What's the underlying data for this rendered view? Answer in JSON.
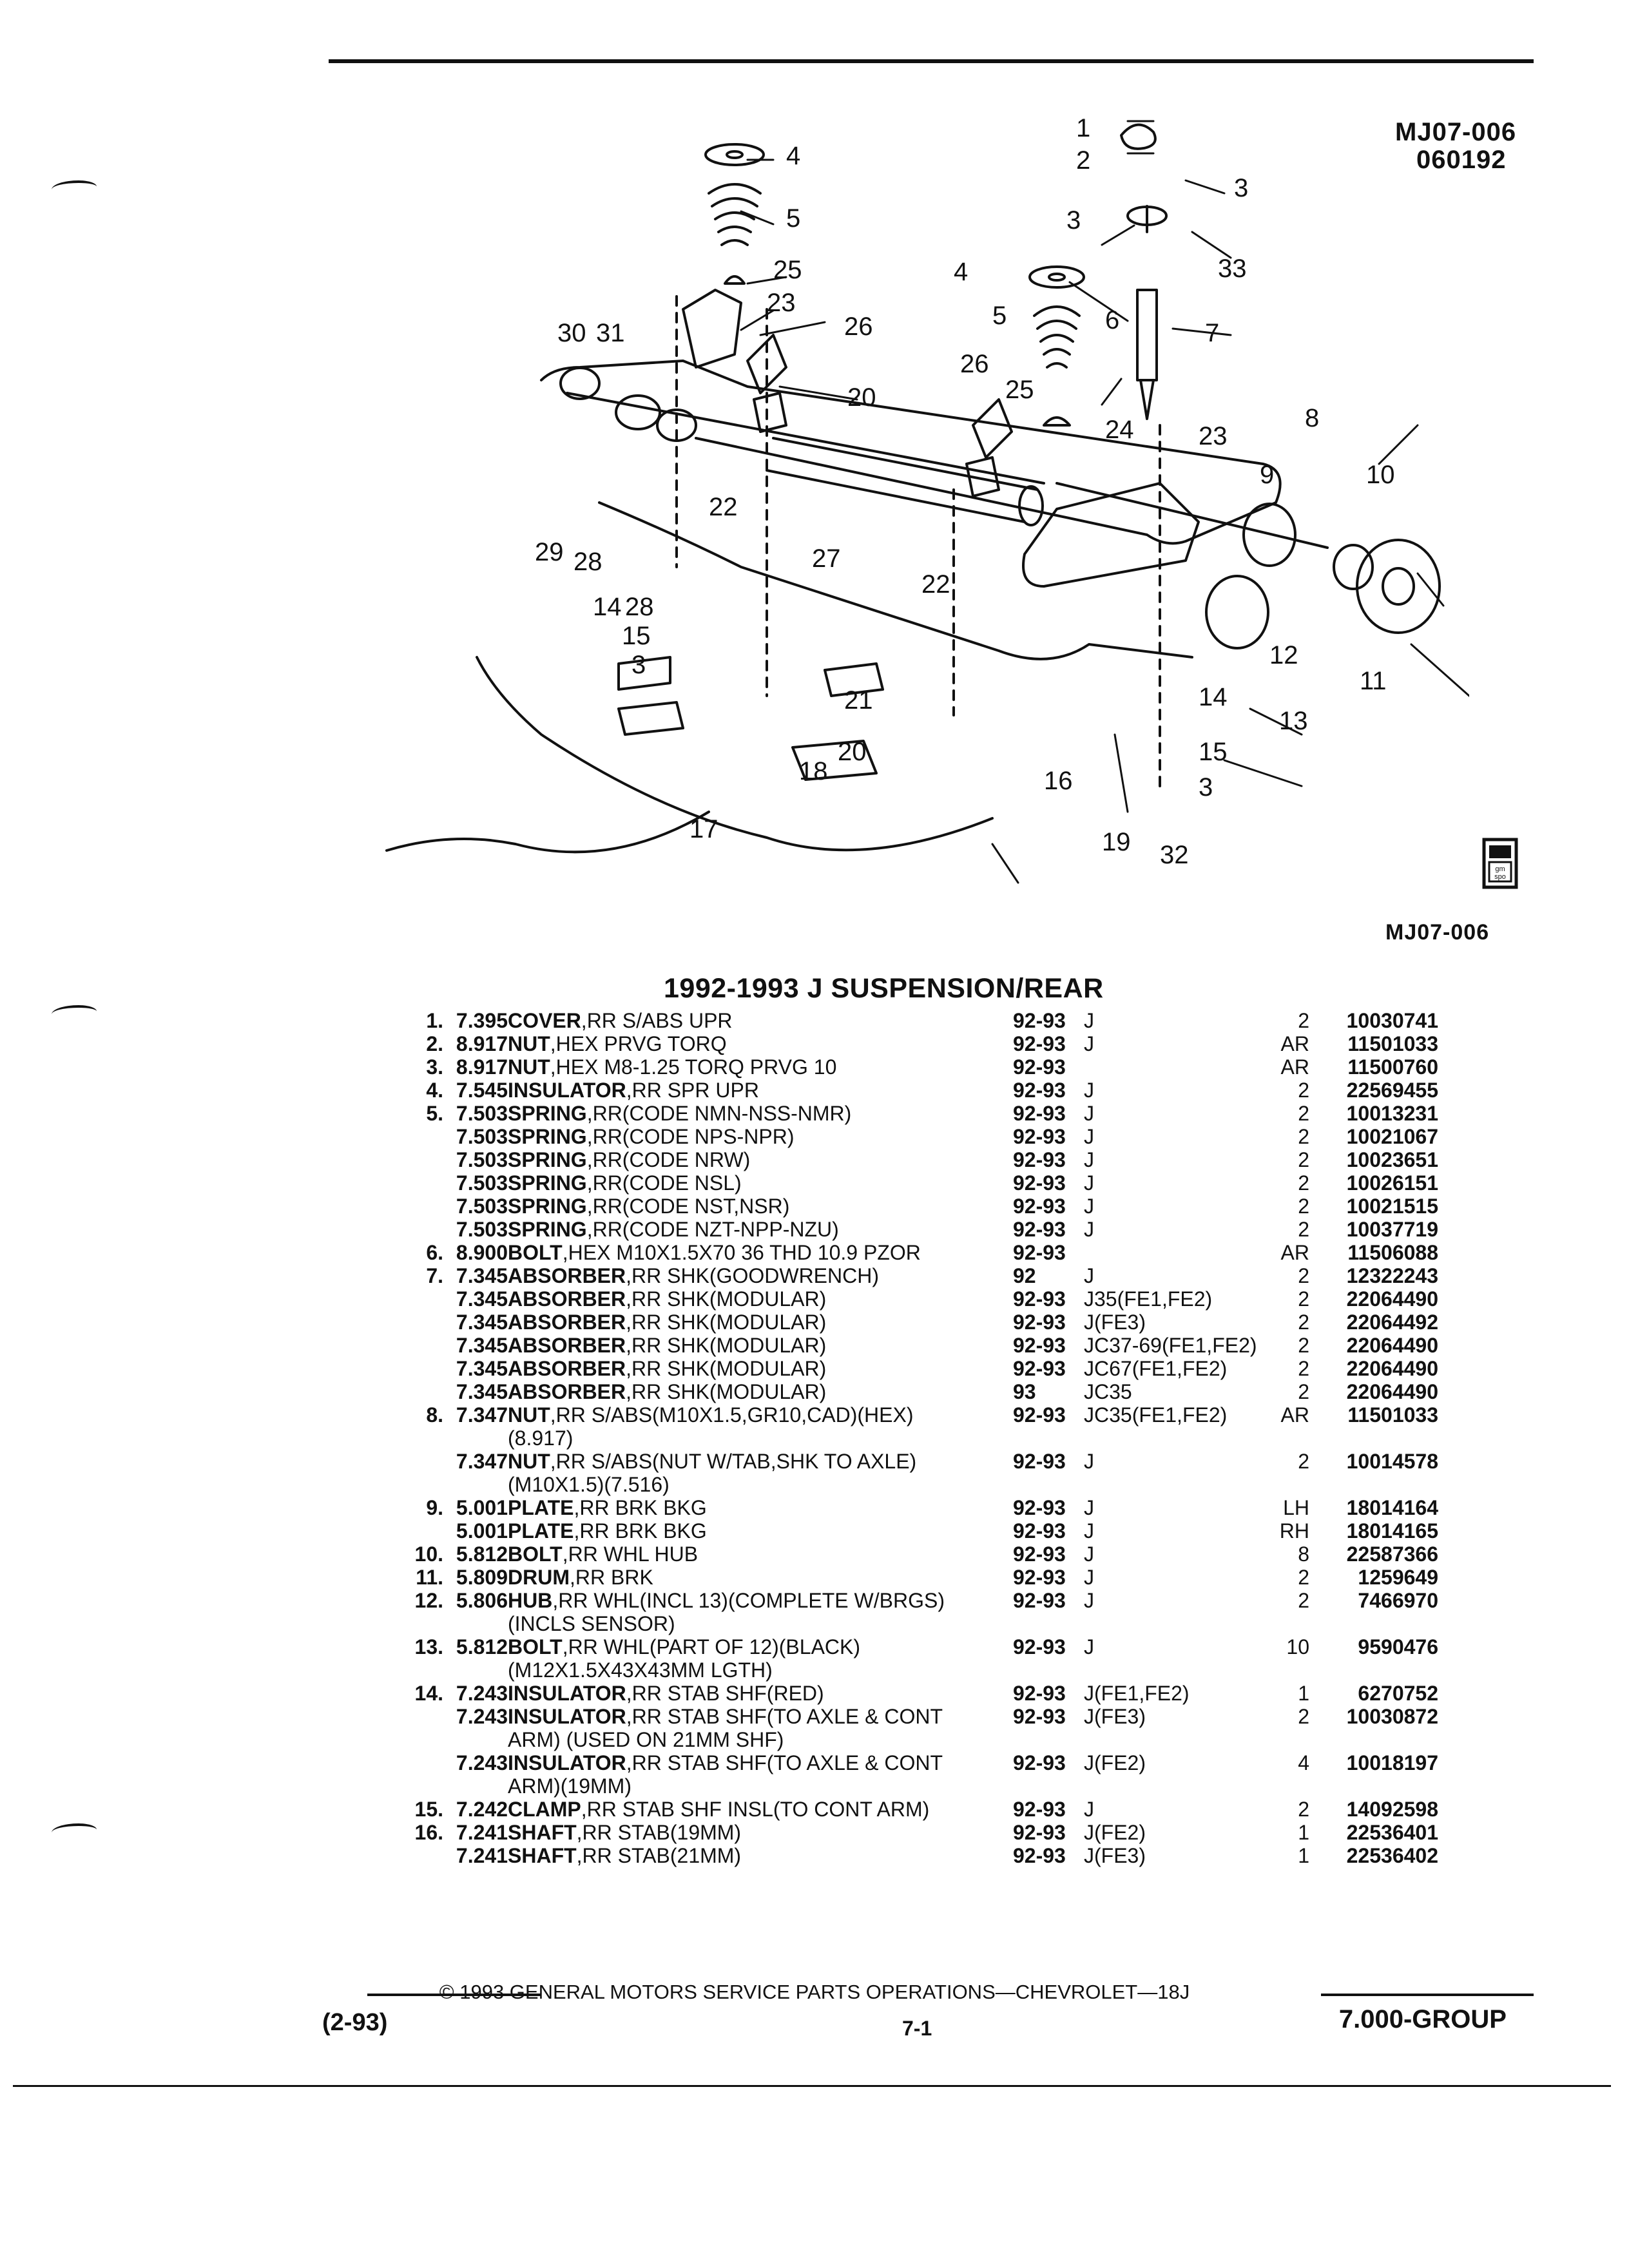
{
  "header": {
    "ref_code": "MJ07-006",
    "ref_date": "060192",
    "caption": "MJ07-006"
  },
  "diagram": {
    "callouts": [
      "1",
      "2",
      "3",
      "4",
      "5",
      "6",
      "7",
      "8",
      "9",
      "10",
      "11",
      "12",
      "13",
      "14",
      "15",
      "16",
      "17",
      "18",
      "19",
      "20",
      "21",
      "22",
      "23",
      "24",
      "25",
      "26",
      "27",
      "28",
      "29",
      "30",
      "31",
      "32",
      "33"
    ]
  },
  "title": "1992-1993 J SUSPENSION/REAR",
  "parts": [
    {
      "item": "1.",
      "group": "7.395",
      "noun": "COVER",
      "desc": ",RR S/ABS UPR",
      "year": "92-93",
      "model": "J",
      "qty": "2",
      "part": "10030741"
    },
    {
      "item": "2.",
      "group": "8.917",
      "noun": "NUT",
      "desc": ",HEX PRVG TORQ",
      "year": "92-93",
      "model": "J",
      "qty": "AR",
      "part": "11501033"
    },
    {
      "item": "3.",
      "group": "8.917",
      "noun": "NUT",
      "desc": ",HEX M8-1.25 TORQ PRVG 10",
      "year": "92-93",
      "model": "",
      "qty": "AR",
      "part": "11500760"
    },
    {
      "item": "4.",
      "group": "7.545",
      "noun": "INSULATOR",
      "desc": ",RR SPR UPR",
      "year": "92-93",
      "model": "J",
      "qty": "2",
      "part": "22569455"
    },
    {
      "item": "5.",
      "group": "7.503",
      "noun": "SPRING",
      "desc": ",RR(CODE NMN-NSS-NMR)",
      "year": "92-93",
      "model": "J",
      "qty": "2",
      "part": "10013231"
    },
    {
      "item": "",
      "group": "7.503",
      "noun": "SPRING",
      "desc": ",RR(CODE NPS-NPR)",
      "year": "92-93",
      "model": "J",
      "qty": "2",
      "part": "10021067"
    },
    {
      "item": "",
      "group": "7.503",
      "noun": "SPRING",
      "desc": ",RR(CODE NRW)",
      "year": "92-93",
      "model": "J",
      "qty": "2",
      "part": "10023651"
    },
    {
      "item": "",
      "group": "7.503",
      "noun": "SPRING",
      "desc": ",RR(CODE NSL)",
      "year": "92-93",
      "model": "J",
      "qty": "2",
      "part": "10026151"
    },
    {
      "item": "",
      "group": "7.503",
      "noun": "SPRING",
      "desc": ",RR(CODE NST,NSR)",
      "year": "92-93",
      "model": "J",
      "qty": "2",
      "part": "10021515"
    },
    {
      "item": "",
      "group": "7.503",
      "noun": "SPRING",
      "desc": ",RR(CODE NZT-NPP-NZU)",
      "year": "92-93",
      "model": "J",
      "qty": "2",
      "part": "10037719"
    },
    {
      "item": "6.",
      "group": "8.900",
      "noun": "BOLT",
      "desc": ",HEX M10X1.5X70 36 THD 10.9 PZOR",
      "year": "92-93",
      "model": "",
      "qty": "AR",
      "part": "11506088"
    },
    {
      "item": "7.",
      "group": "7.345",
      "noun": "ABSORBER",
      "desc": ",RR SHK(GOODWRENCH)",
      "year": "92",
      "model": "J",
      "qty": "2",
      "part": "12322243"
    },
    {
      "item": "",
      "group": "7.345",
      "noun": "ABSORBER",
      "desc": ",RR SHK(MODULAR)",
      "year": "92-93",
      "model": "J35(FE1,FE2)",
      "qty": "2",
      "part": "22064490"
    },
    {
      "item": "",
      "group": "7.345",
      "noun": "ABSORBER",
      "desc": ",RR SHK(MODULAR)",
      "year": "92-93",
      "model": "J(FE3)",
      "qty": "2",
      "part": "22064492"
    },
    {
      "item": "",
      "group": "7.345",
      "noun": "ABSORBER",
      "desc": ",RR SHK(MODULAR)",
      "year": "92-93",
      "model": "JC37-69(FE1,FE2)",
      "qty": "2",
      "part": "22064490"
    },
    {
      "item": "",
      "group": "7.345",
      "noun": "ABSORBER",
      "desc": ",RR SHK(MODULAR)",
      "year": "92-93",
      "model": "JC67(FE1,FE2)",
      "qty": "2",
      "part": "22064490"
    },
    {
      "item": "",
      "group": "7.345",
      "noun": "ABSORBER",
      "desc": ",RR SHK(MODULAR)",
      "year": "93",
      "model": "JC35",
      "qty": "2",
      "part": "22064490"
    },
    {
      "item": "8.",
      "group": "7.347",
      "noun": "NUT",
      "desc": ",RR S/ABS(M10X1.5,GR10,CAD)(HEX)",
      "cont": "(8.917)",
      "year": "92-93",
      "model": "JC35(FE1,FE2)",
      "qty": "AR",
      "part": "11501033"
    },
    {
      "item": "",
      "group": "7.347",
      "noun": "NUT",
      "desc": ",RR S/ABS(NUT W/TAB,SHK TO AXLE)",
      "cont": "(M10X1.5)(7.516)",
      "year": "92-93",
      "model": "J",
      "qty": "2",
      "part": "10014578"
    },
    {
      "item": "9.",
      "group": "5.001",
      "noun": "PLATE",
      "desc": ",RR BRK BKG",
      "year": "92-93",
      "model": "J",
      "qty": "LH",
      "part": "18014164"
    },
    {
      "item": "",
      "group": "5.001",
      "noun": "PLATE",
      "desc": ",RR BRK BKG",
      "year": "92-93",
      "model": "J",
      "qty": "RH",
      "part": "18014165"
    },
    {
      "item": "10.",
      "group": "5.812",
      "noun": "BOLT",
      "desc": ",RR WHL HUB",
      "year": "92-93",
      "model": "J",
      "qty": "8",
      "part": "22587366"
    },
    {
      "item": "11.",
      "group": "5.809",
      "noun": "DRUM",
      "desc": ",RR BRK",
      "year": "92-93",
      "model": "J",
      "qty": "2",
      "part": "1259649"
    },
    {
      "item": "12.",
      "group": "5.806",
      "noun": "HUB",
      "desc": ",RR WHL(INCL 13)(COMPLETE W/BRGS)",
      "cont": "(INCLS SENSOR)",
      "year": "92-93",
      "model": "J",
      "qty": "2",
      "part": "7466970"
    },
    {
      "item": "13.",
      "group": "5.812",
      "noun": "BOLT",
      "desc": ",RR WHL(PART OF 12)(BLACK)",
      "cont": "(M12X1.5X43X43MM LGTH)",
      "year": "92-93",
      "model": "J",
      "qty": "10",
      "part": "9590476"
    },
    {
      "item": "14.",
      "group": "7.243",
      "noun": "INSULATOR",
      "desc": ",RR STAB SHF(RED)",
      "year": "92-93",
      "model": "J(FE1,FE2)",
      "qty": "1",
      "part": "6270752"
    },
    {
      "item": "",
      "group": "7.243",
      "noun": "INSULATOR",
      "desc": ",RR STAB SHF(TO AXLE & CONT",
      "cont": "ARM) (USED ON 21MM SHF)",
      "year": "92-93",
      "model": "J(FE3)",
      "qty": "2",
      "part": "10030872"
    },
    {
      "item": "",
      "group": "7.243",
      "noun": "INSULATOR",
      "desc": ",RR STAB SHF(TO AXLE & CONT",
      "cont": "ARM)(19MM)",
      "year": "92-93",
      "model": "J(FE2)",
      "qty": "4",
      "part": "10018197"
    },
    {
      "item": "15.",
      "group": "7.242",
      "noun": "CLAMP",
      "desc": ",RR STAB SHF INSL(TO CONT ARM)",
      "year": "92-93",
      "model": "J",
      "qty": "2",
      "part": "14092598"
    },
    {
      "item": "16.",
      "group": "7.241",
      "noun": "SHAFT",
      "desc": ",RR STAB(19MM)",
      "year": "92-93",
      "model": "J(FE2)",
      "qty": "1",
      "part": "22536401"
    },
    {
      "item": "",
      "group": "7.241",
      "noun": "SHAFT",
      "desc": ",RR STAB(21MM)",
      "year": "92-93",
      "model": "J(FE3)",
      "qty": "1",
      "part": "22536402"
    }
  ],
  "footer": {
    "copyright": "© 1993 GENERAL MOTORS SERVICE PARTS OPERATIONS—CHEVROLET—18J",
    "revision": "(2-93)",
    "page": "7-1",
    "group": "7.000-GROUP"
  }
}
